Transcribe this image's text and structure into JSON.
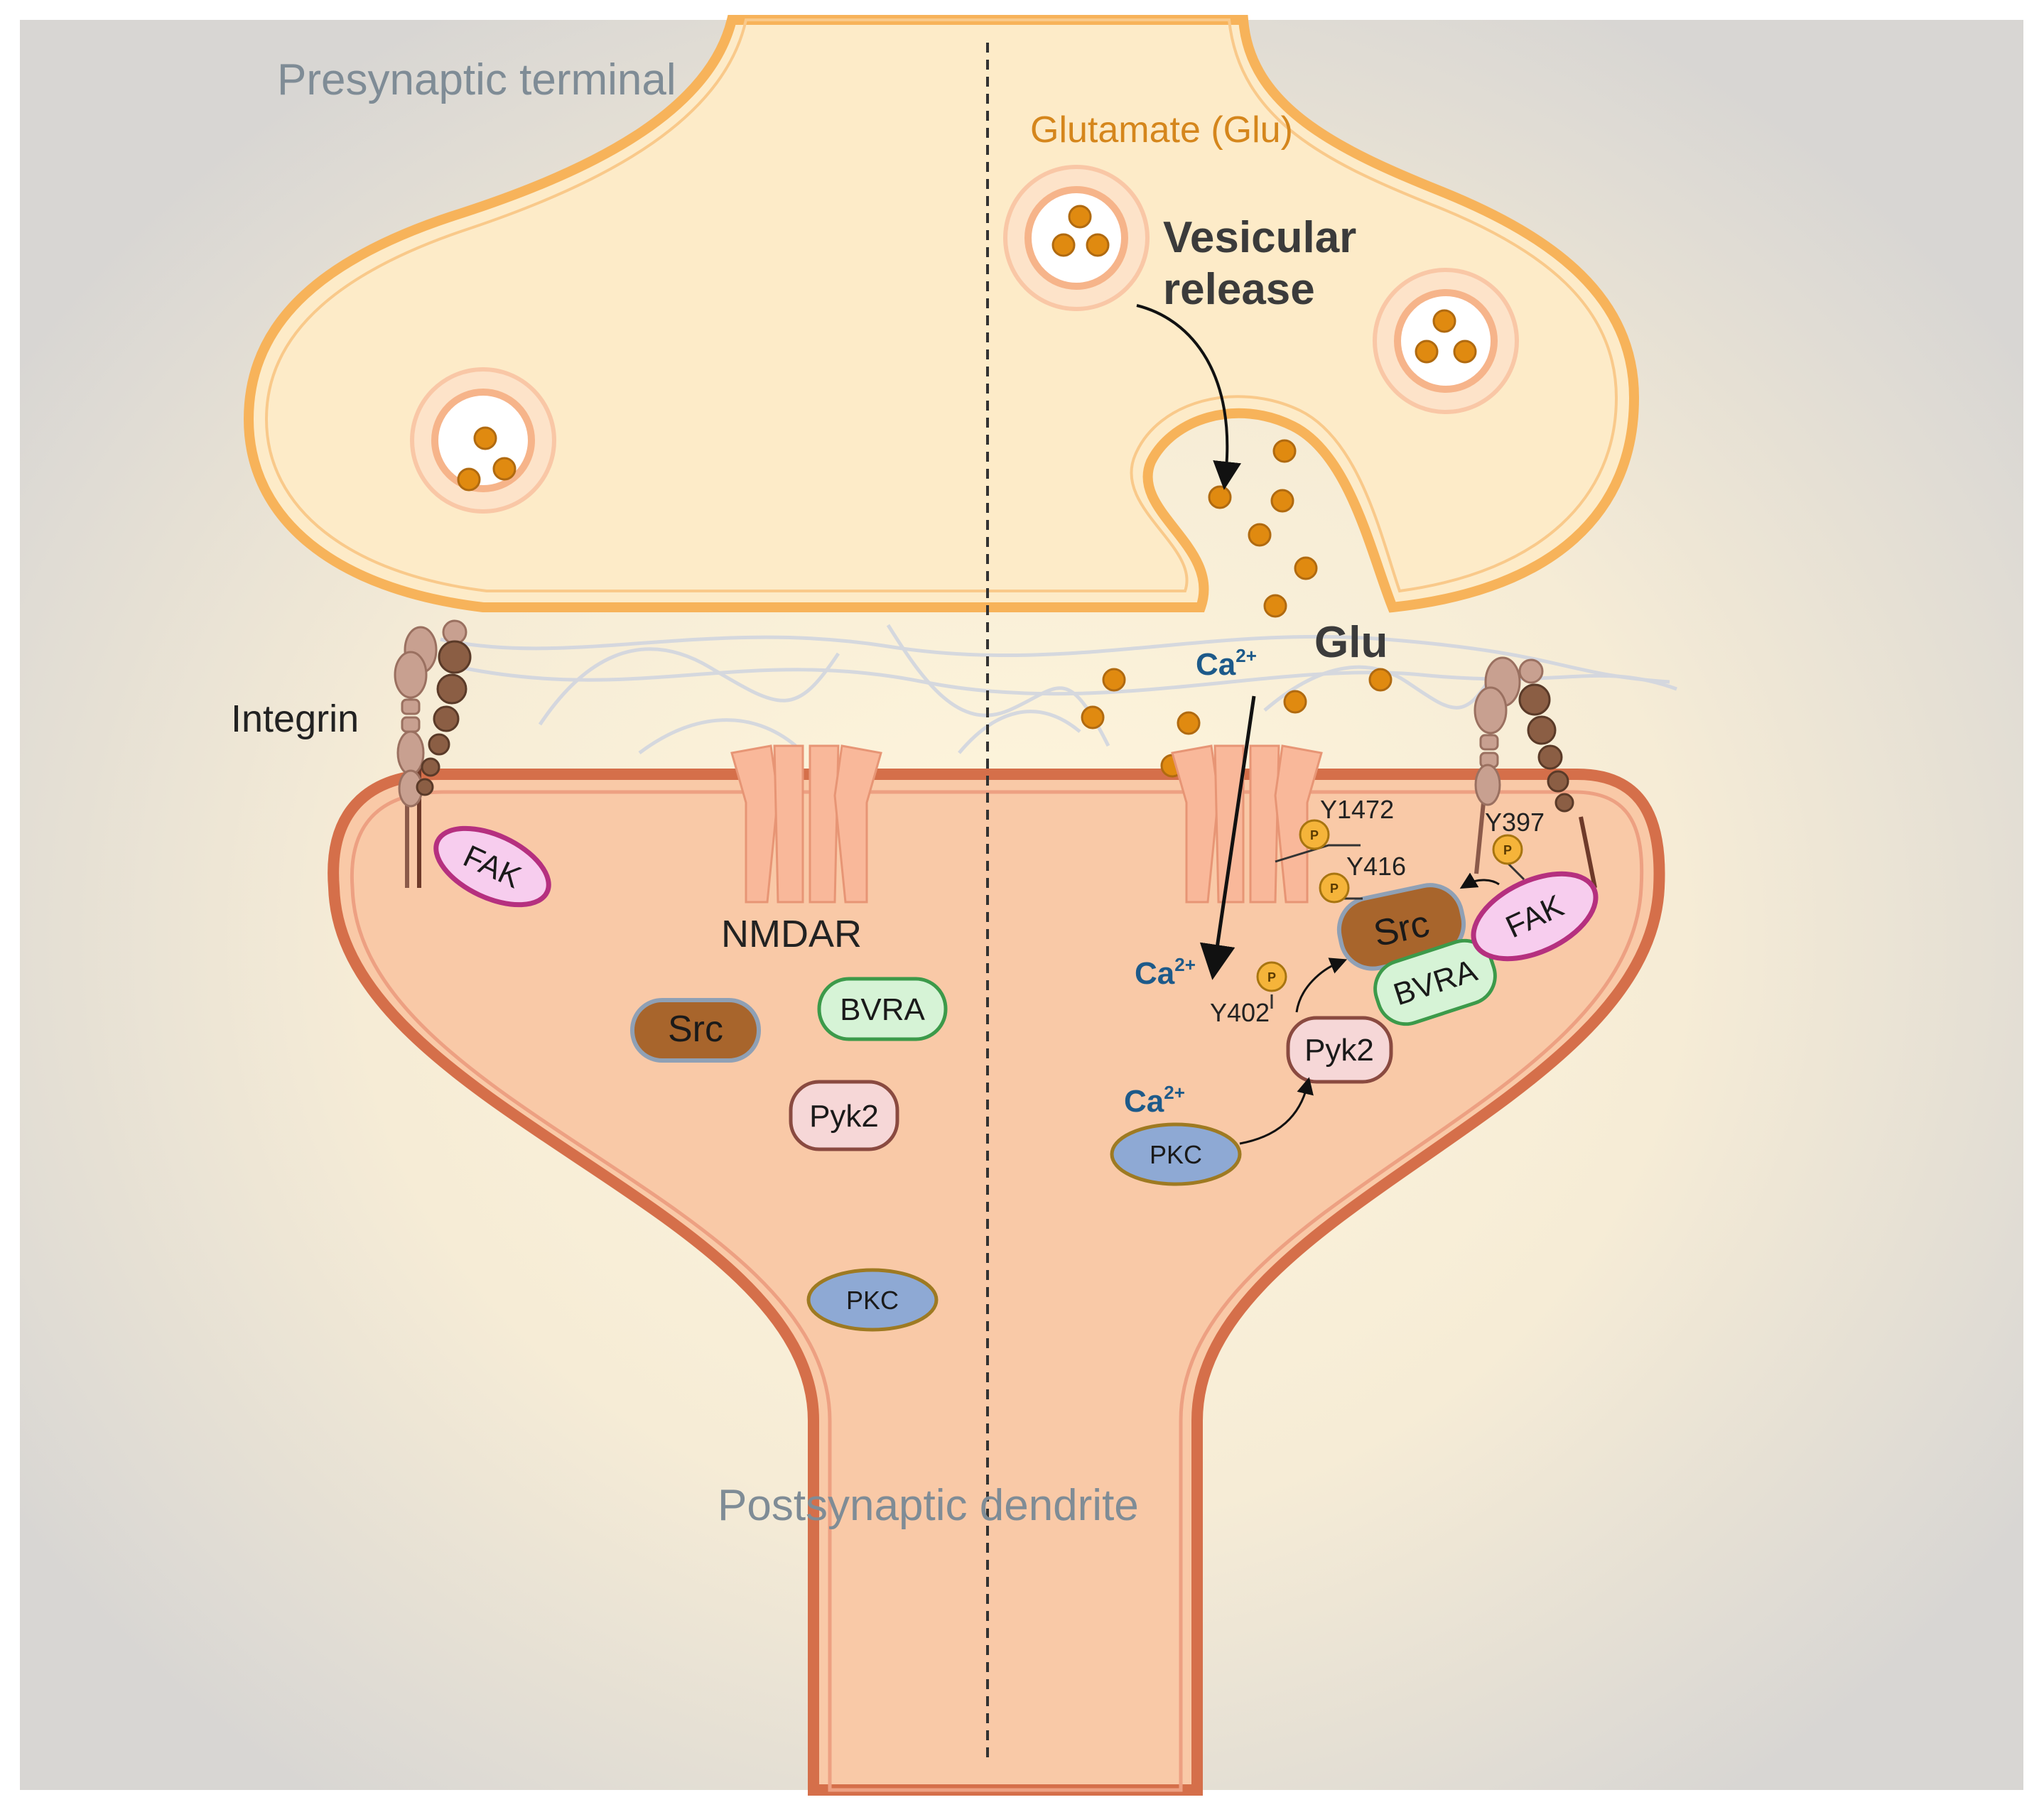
{
  "labels": {
    "presynaptic": "Presynaptic terminal",
    "postsynaptic": "Postsynaptic dendrite",
    "glutamate": "Glutamate (Glu)",
    "vesicular_line1": "Vesicular",
    "vesicular_line2": "release",
    "glu": "Glu",
    "integrin": "Integrin",
    "nmdar": "NMDAR"
  },
  "ion": {
    "symbol": "Ca",
    "charge": "2+"
  },
  "proteins": {
    "fak": "FAK",
    "src": "Src",
    "bvra": "BVRA",
    "pyk2": "Pyk2",
    "pkc": "PKC"
  },
  "phospho": {
    "marker": "P",
    "sites": {
      "y1472": "Y1472",
      "y416": "Y416",
      "y397": "Y397",
      "y402": "Y402"
    }
  },
  "colors": {
    "presynaptic_fill": "#fdebc8",
    "membrane": "#f7b35a",
    "postsynaptic_fill": "#f9c9a7",
    "postsynaptic_membrane": "#d56f4a",
    "glutamate": "#e08a10",
    "src": "#a8652c",
    "bvra": "#d6f3d6",
    "pyk2": "#f6d7d7",
    "pkc": "#8ea9d4",
    "fak": "#f7cdee",
    "calcium_text": "#1d5a8a"
  }
}
